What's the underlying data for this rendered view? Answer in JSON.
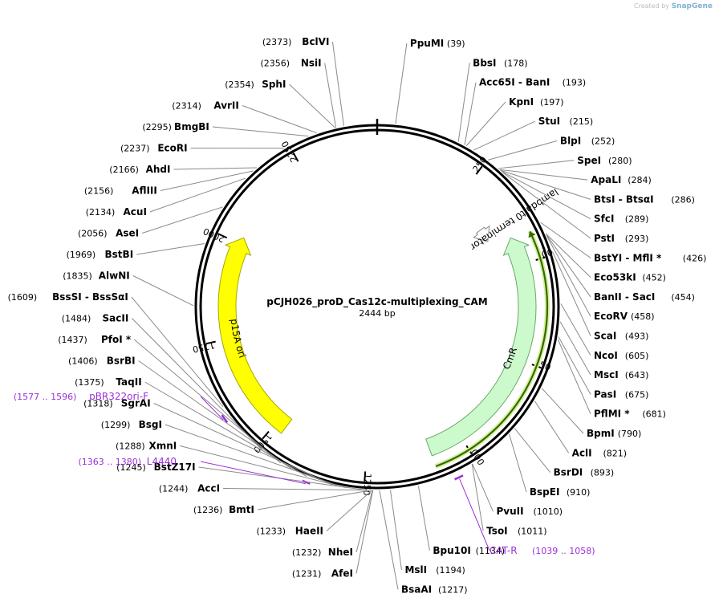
{
  "brand": {
    "prefix": "Created by",
    "name": "SnapGene"
  },
  "plasmid": {
    "name": "pCJH026_proD_Cas12c-multiplexing_CAM",
    "length": "2444 bp",
    "total_bp": 2444
  },
  "ticks": [
    "250",
    "500",
    "750",
    "1000",
    "1250",
    "1500",
    "1750",
    "2000",
    "2250"
  ],
  "features": [
    {
      "name": "CmR",
      "start": 426,
      "end": 1085,
      "color": "#ccfacc",
      "stroke": "#6aa86a",
      "direction": -1
    },
    {
      "name": "p15A ori",
      "start": 1474,
      "end": 2018,
      "color": "#ffff00",
      "stroke": "#a8a800",
      "direction": 1
    },
    {
      "name": "lambda t0 terminator",
      "start": 363,
      "end": 404,
      "color": "#ffffff",
      "stroke": "#888888",
      "direction": 1
    }
  ],
  "orf": {
    "start": 433,
    "end": 1085
  },
  "primers": [
    {
      "name": "pBR322ori-F",
      "range": "(1577 .. 1596)",
      "start": 1577,
      "end": 1596
    },
    {
      "name": "L4440",
      "range": "(1363 .. 1380)",
      "start": 1363,
      "end": 1380
    },
    {
      "name": "CAT-R",
      "range": "(1039 .. 1058)",
      "start": 1039,
      "end": 1058
    }
  ],
  "sites_right": [
    {
      "name": "PpuMI",
      "pos": 39,
      "label": "(39)"
    },
    {
      "name": "BbsI",
      "pos": 178,
      "label": "(178)"
    },
    {
      "name": "Acc65I - BanI",
      "pos": 193,
      "label": "(193)"
    },
    {
      "name": "KpnI",
      "pos": 197,
      "label": "(197)"
    },
    {
      "name": "StuI",
      "pos": 215,
      "label": "(215)"
    },
    {
      "name": "BlpI",
      "pos": 252,
      "label": "(252)"
    },
    {
      "name": "SpeI",
      "pos": 280,
      "label": "(280)"
    },
    {
      "name": "ApaLI",
      "pos": 284,
      "label": "(284)"
    },
    {
      "name": "BtsI - BtsαI",
      "pos": 286,
      "label": "(286)"
    },
    {
      "name": "SfcI",
      "pos": 289,
      "label": "(289)"
    },
    {
      "name": "PstI",
      "pos": 293,
      "label": "(293)"
    },
    {
      "name": "BstYI - MflI *",
      "pos": 426,
      "label": "(426)"
    },
    {
      "name": "Eco53kI",
      "pos": 452,
      "label": "(452)"
    },
    {
      "name": "BanII - SacI",
      "pos": 454,
      "label": "(454)"
    },
    {
      "name": "EcoRV",
      "pos": 458,
      "label": "(458)"
    },
    {
      "name": "ScaI",
      "pos": 493,
      "label": "(493)"
    },
    {
      "name": "NcoI",
      "pos": 605,
      "label": "(605)"
    },
    {
      "name": "MscI",
      "pos": 643,
      "label": "(643)"
    },
    {
      "name": "PasI",
      "pos": 675,
      "label": "(675)"
    },
    {
      "name": "PflMI *",
      "pos": 681,
      "label": "(681)"
    },
    {
      "name": "BpmI",
      "pos": 790,
      "label": "(790)"
    },
    {
      "name": "AclI",
      "pos": 821,
      "label": "(821)"
    },
    {
      "name": "BsrDI",
      "pos": 893,
      "label": "(893)"
    },
    {
      "name": "BspEI",
      "pos": 910,
      "label": "(910)"
    },
    {
      "name": "PvuII",
      "pos": 1010,
      "label": "(1010)"
    },
    {
      "name": "TsoI",
      "pos": 1011,
      "label": "(1011)"
    },
    {
      "name": "Bpu10I",
      "pos": 1134,
      "label": "(1134)"
    },
    {
      "name": "MslI",
      "pos": 1194,
      "label": "(1194)"
    },
    {
      "name": "BsaAI",
      "pos": 1217,
      "label": "(1217)"
    }
  ],
  "sites_left": [
    {
      "name": "BclVI",
      "pos": 2373,
      "label": "(2373)"
    },
    {
      "name": "NsiI",
      "pos": 2356,
      "label": "(2356)"
    },
    {
      "name": "SphI",
      "pos": 2354,
      "label": "(2354)"
    },
    {
      "name": "AvrII",
      "pos": 2314,
      "label": "(2314)"
    },
    {
      "name": "BmgBI",
      "pos": 2295,
      "label": "(2295)"
    },
    {
      "name": "EcoRI",
      "pos": 2237,
      "label": "(2237)"
    },
    {
      "name": "AhdI",
      "pos": 2166,
      "label": "(2166)"
    },
    {
      "name": "AflIII",
      "pos": 2156,
      "label": "(2156)"
    },
    {
      "name": "AcuI",
      "pos": 2134,
      "label": "(2134)"
    },
    {
      "name": "AseI",
      "pos": 2056,
      "label": "(2056)"
    },
    {
      "name": "BstBI",
      "pos": 1969,
      "label": "(1969)"
    },
    {
      "name": "AlwNI",
      "pos": 1835,
      "label": "(1835)"
    },
    {
      "name": "BssSI - BssSαI",
      "pos": 1609,
      "label": "(1609)"
    },
    {
      "name": "SacII",
      "pos": 1484,
      "label": "(1484)"
    },
    {
      "name": "PfoI *",
      "pos": 1437,
      "label": "(1437)"
    },
    {
      "name": "BsrBI",
      "pos": 1406,
      "label": "(1406)"
    },
    {
      "name": "TaqII",
      "pos": 1375,
      "label": "(1375)"
    },
    {
      "name": "SgrAI",
      "pos": 1318,
      "label": "(1318)"
    },
    {
      "name": "BsgI",
      "pos": 1299,
      "label": "(1299)"
    },
    {
      "name": "XmnI",
      "pos": 1288,
      "label": "(1288)"
    },
    {
      "name": "BstZ17I",
      "pos": 1245,
      "label": "(1245)"
    },
    {
      "name": "AccI",
      "pos": 1244,
      "label": "(1244)"
    },
    {
      "name": "BmtI",
      "pos": 1236,
      "label": "(1236)"
    },
    {
      "name": "HaeII",
      "pos": 1233,
      "label": "(1233)"
    },
    {
      "name": "NheI",
      "pos": 1232,
      "label": "(1232)"
    },
    {
      "name": "AfeI",
      "pos": 1231,
      "label": "(1231)"
    }
  ],
  "colors": {
    "primer": "#9b30d8",
    "orf": "#2f6b00",
    "orf_glow": "#d8ef9a",
    "ring": "#000000",
    "leader": "#8a8a8a"
  }
}
